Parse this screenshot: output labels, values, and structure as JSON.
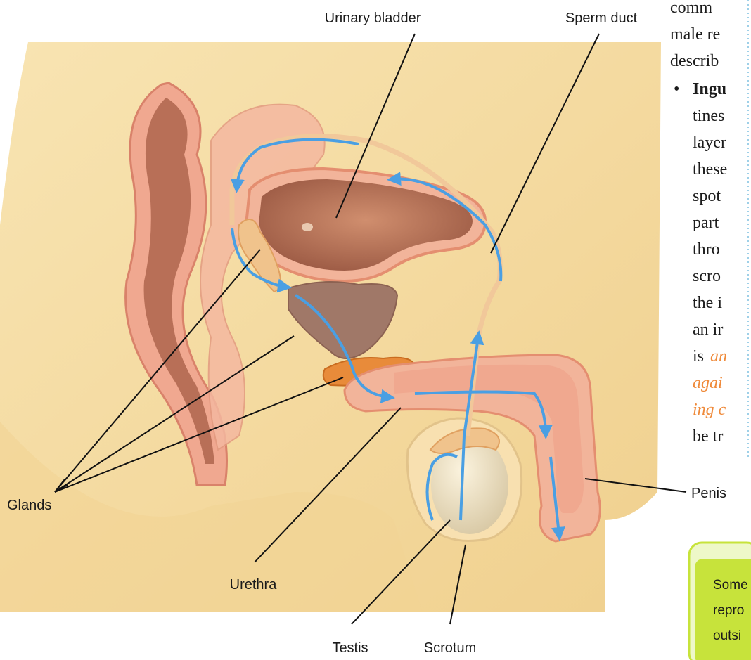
{
  "labels": {
    "urinary_bladder": "Urinary bladder",
    "sperm_duct": "Sperm duct",
    "glands": "Glands",
    "urethra": "Urethra",
    "testis": "Testis",
    "scrotum": "Scrotum",
    "penis": "Penis"
  },
  "side_text": {
    "lines": [
      "comm",
      "male re",
      "describ"
    ],
    "bullet": "•",
    "bullet_bold": "Ingu",
    "bullet_lines": [
      "tines",
      "layer",
      "these",
      "spot",
      "part",
      "thro",
      "scro",
      "the i",
      "an ir",
      "is"
    ],
    "italic_lines": [
      "an",
      "agai",
      "ing c"
    ],
    "last_line": "be tr"
  },
  "note_box": {
    "lines": [
      "Some",
      "repro",
      "outsi"
    ]
  },
  "colors": {
    "skin": "#f5dba0",
    "tissue": "#f2b49a",
    "organ_dark": "#b86f57",
    "gland": "#e88b3a",
    "prostate": "#a07868",
    "arrow": "#4a9fe3",
    "note_bg": "#c7e33b"
  }
}
